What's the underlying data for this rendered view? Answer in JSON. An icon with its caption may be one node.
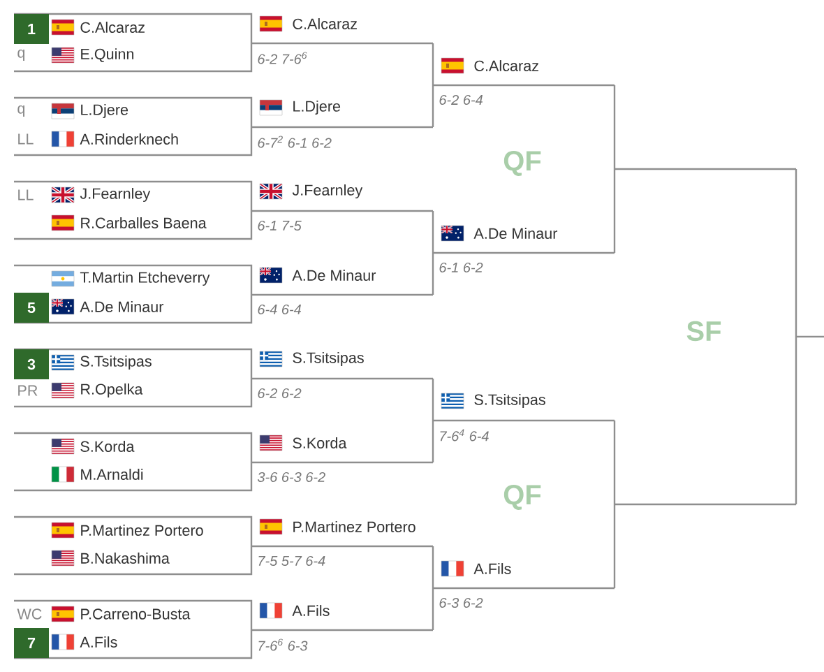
{
  "diagram": {
    "nodes": [
      {
        "text": [
          "C.Alcaraz",
          "E.Quinn"
        ]
      },
      {
        "text": [
          "1"
        ],
        "in": 0
      },
      {
        "text": [
          "L.Djere",
          "A.Rinderknech"
        ]
      },
      {
        "text": [
          "J.Fearnley",
          "R.Carballes Baena"
        ]
      },
      {
        "text": [
          "T.Martin Etcheverry",
          "A.De Minaur"
        ]
      },
      {
        "text": [
          "5"
        ],
        "in": 4
      },
      {
        "text": [
          "S.Tsitsipas",
          "R.Opelka"
        ]
      },
      {
        "text": [
          "3"
        ],
        "in": 6
      },
      {
        "text": [
          "S.Korda",
          "M.Arnaldi"
        ]
      },
      {
        "text": [
          "P.Martinez Portero",
          "B.Nakashima"
        ]
      },
      {
        "text": [
          "P.Carreno-Busta",
          "A.Fils"
        ]
      },
      {
        "text": [
          "7"
        ],
        "in": 10
      },
      {
        "text": [
          "C.Alcaraz"
        ],
        "beside": [
          "6-2 7-6$^{6}$"
        ]
      },
      {
        "text": [
          "L.Djere"
        ],
        "beside": [
          "6-7$^{2}$ 6-1 6-2"
        ]
      },
      {
        "text": [
          "J.Fearnley"
        ],
        "beside": [
          "6-1 7-5"
        ]
      },
      {
        "text": [
          "A.De Minaur"
        ],
        "beside": [
          "6-4 6-4"
        ]
      },
      {
        "text": [
          "S.Tsitsipas"
        ],
        "beside": [
          "6-2 6-2"
        ]
      },
      {
        "text": [
          "S.Korda"
        ],
        "beside": [
          "3-6 6-3 6-2"
        ]
      },
      {
        "text": [
          "P.Martinez Portero"
        ],
        "beside": [
          "7-5 5-7 6-4"
        ]
      },
      {
        "text": [
          "A.Fils"
        ],
        "beside": [
          "7-6$^{6}$ 6-3"
        ]
      },
      {
        "text": [
          "C.Alcaraz"
        ],
        "beside": [
          "6-2 6-4"
        ]
      },
      {
        "text": [
          "A.De Minaur"
        ],
        "beside": [
          "6-1 6-2"
        ]
      },
      {
        "text": [
          "S.Tsitsipas"
        ],
        "beside": [
          "7-6$^{4}$ 6-4"
        ]
      },
      {
        "text": [
          "A.Fils"
        ],
        "beside": [
          "6-3 6-2"
        ]
      },
      {
        "text": [],
        "shape": "line"
      },
      {
        "text": [],
        "shape": "line"
      },
      {
        "text": [],
        "shape": "line"
      }
    ],
    "edges": [
      {
        "from": 12,
        "to": 20,
        "arrow": "none"
      },
      {
        "from": 13,
        "to": 20,
        "arrow": "none"
      },
      {
        "from": 14,
        "to": 21,
        "arrow": "none"
      },
      {
        "from": 15,
        "to": 21,
        "arrow": "none"
      },
      {
        "from": 16,
        "to": 22,
        "arrow": "none"
      },
      {
        "from": 17,
        "to": 22,
        "arrow": "none"
      },
      {
        "from": 18,
        "to": 23,
        "arrow": "none"
      },
      {
        "from": 19,
        "to": 23,
        "arrow": "none"
      },
      {
        "from": 20,
        "to": 24,
        "arrow": "none"
      },
      {
        "from": 21,
        "to": 24,
        "arrow": "none"
      },
      {
        "from": 22,
        "to": 25,
        "arrow": "none"
      },
      {
        "from": 23,
        "to": 25,
        "arrow": "none"
      },
      {
        "from": 24,
        "to": 26,
        "arrow": "none"
      },
      {
        "from": 25,
        "to": 26,
        "arrow": "none"
      }
    ],
    "labels": [
      "q",
      "q",
      "LL",
      "QF",
      "LL",
      "SF",
      "PR",
      "QF",
      "WC"
    ]
  }
}
